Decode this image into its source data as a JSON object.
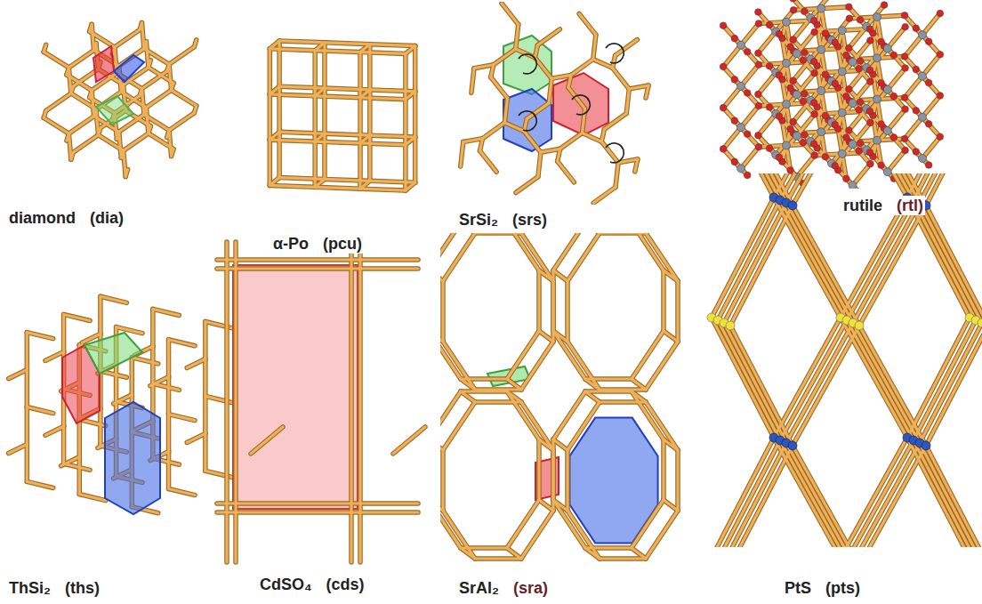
{
  "diagram": {
    "labels": [
      "diamond",
      "(dia)",
      "α-Po",
      "(pcu)",
      "SrSi₂",
      "(srs)",
      "rutile",
      "(rtl)",
      "ThSi₂",
      "(ths)",
      "CdSO₄",
      "(cds)",
      "SrAl₂",
      "(sra)",
      "PtS",
      "(pts)"
    ]
  }
}
